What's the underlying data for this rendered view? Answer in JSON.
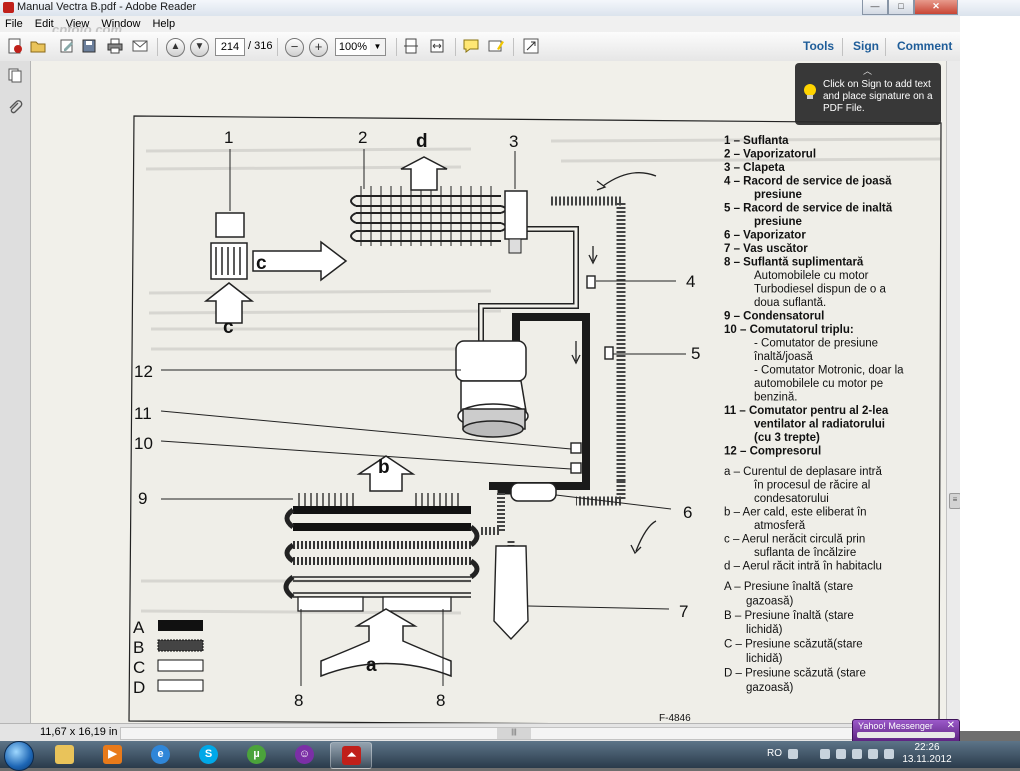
{
  "window": {
    "title": "Manual Vectra B.pdf - Adobe Reader",
    "min_glyph": "—",
    "max_glyph": "□",
    "close_glyph": "✕"
  },
  "menu": [
    "File",
    "Edit",
    "View",
    "Window",
    "Help"
  ],
  "watermark": "cpfoto.com",
  "toolbar": {
    "current_page": "214",
    "total_pages": "/ 316",
    "zoom": "100%",
    "tools_label": "Tools",
    "sign_label": "Sign",
    "comment_label": "Comment",
    "prev_glyph": "▲",
    "next_glyph": "▼",
    "zoom_out_glyph": "−",
    "zoom_in_glyph": "+",
    "dropdown_glyph": "▼"
  },
  "tooltip": {
    "text": "Click on Sign to add text and place signature on a PDF File.",
    "caret": "︿"
  },
  "status": {
    "dimensions": "11,67 x 16,19 in",
    "hscroll_grip": "|||",
    "vscroll_grip": "≡"
  },
  "diagram": {
    "numbers": [
      "1",
      "2",
      "3",
      "4",
      "5",
      "6",
      "7",
      "8",
      "8",
      "9",
      "10",
      "11",
      "12"
    ],
    "air_labels": [
      "d",
      "c",
      "c",
      "b",
      "a"
    ],
    "legend_letters": [
      "A",
      "B",
      "C",
      "D"
    ],
    "code": "F-4846",
    "legend_lines": [
      {
        "text": "1 – Suflanta",
        "bold": true
      },
      {
        "text": "2 – Vaporizatorul",
        "bold": true
      },
      {
        "text": "3 – Clapeta",
        "bold": true
      },
      {
        "text": "4 – Racord de service de joasă",
        "bold": true
      },
      {
        "text": "presiune",
        "bold": true,
        "indent": true
      },
      {
        "text": "5 – Racord de service de inaltă",
        "bold": true
      },
      {
        "text": "presiune",
        "bold": true,
        "indent": true
      },
      {
        "text": "6 – Vaporizator",
        "bold": true
      },
      {
        "text": "7 – Vas uscător",
        "bold": true
      },
      {
        "text": "8 – Suflantă suplimentară",
        "bold": true
      },
      {
        "text": "Automobilele cu motor",
        "bold": false,
        "indent": true
      },
      {
        "text": "Turbodiesel dispun de o a",
        "bold": false,
        "indent": true
      },
      {
        "text": "doua suflantă.",
        "bold": false,
        "indent": true
      },
      {
        "text": "9 – Condensatorul",
        "bold": true
      },
      {
        "text": "10 – Comutatorul triplu:",
        "bold": true
      },
      {
        "text": "- Comutator de presiune",
        "bold": false,
        "indent": true
      },
      {
        "text": "înaltă/joasă",
        "bold": false,
        "indent": true
      },
      {
        "text": "- Comutator Motronic, doar la",
        "bold": false,
        "indent": true
      },
      {
        "text": "automobilele cu motor pe",
        "bold": false,
        "indent": true
      },
      {
        "text": "benzină.",
        "bold": false,
        "indent": true
      },
      {
        "text": "11 – Comutator pentru al 2-lea",
        "bold": true
      },
      {
        "text": "ventilator al radiatorului",
        "bold": true,
        "indent": true
      },
      {
        "text": "(cu 3 trepte)",
        "bold": true,
        "indent": true
      },
      {
        "text": "12 – Compresorul",
        "bold": true
      },
      {
        "text": "",
        "bold": false
      },
      {
        "text": "a – Curentul de deplasare intră",
        "bold": false
      },
      {
        "text": "în procesul de răcire al",
        "bold": false,
        "indent": true
      },
      {
        "text": "condesatorului",
        "bold": false,
        "indent": true
      },
      {
        "text": "b – Aer cald, este eliberat în",
        "bold": false
      },
      {
        "text": "atmosferă",
        "bold": false,
        "indent": true
      },
      {
        "text": "c – Aerul nerăcit circulă prin",
        "bold": false
      },
      {
        "text": "suflanta de încălzire",
        "bold": false,
        "indent": true
      },
      {
        "text": "d – Aerul răcit intră în habitaclu",
        "bold": false
      },
      {
        "text": "",
        "bold": false
      },
      {
        "text": "A – Presiune înaltă (stare",
        "bold": false,
        "big": true
      },
      {
        "text": "gazoasă)",
        "bold": false,
        "indent": true,
        "big": true
      },
      {
        "text": "B – Presiune înaltă (stare",
        "bold": false,
        "big": true
      },
      {
        "text": "lichidă)",
        "bold": false,
        "indent": true,
        "big": true
      },
      {
        "text": "C – Presiune scăzută(stare",
        "bold": false,
        "big": true
      },
      {
        "text": "lichidă)",
        "bold": false,
        "indent": true,
        "big": true
      },
      {
        "text": "D – Presiune scăzută (stare",
        "bold": false,
        "big": true
      },
      {
        "text": "gazoasă)",
        "bold": false,
        "indent": true,
        "big": true
      }
    ]
  },
  "taskbar": {
    "language": "RO",
    "time": "22:26",
    "date": "13.11.2012",
    "yahoo_title": "Yahoo! Messenger",
    "yahoo_close": "✕",
    "utorrent_glyph": "µ",
    "skype_glyph": "S"
  }
}
